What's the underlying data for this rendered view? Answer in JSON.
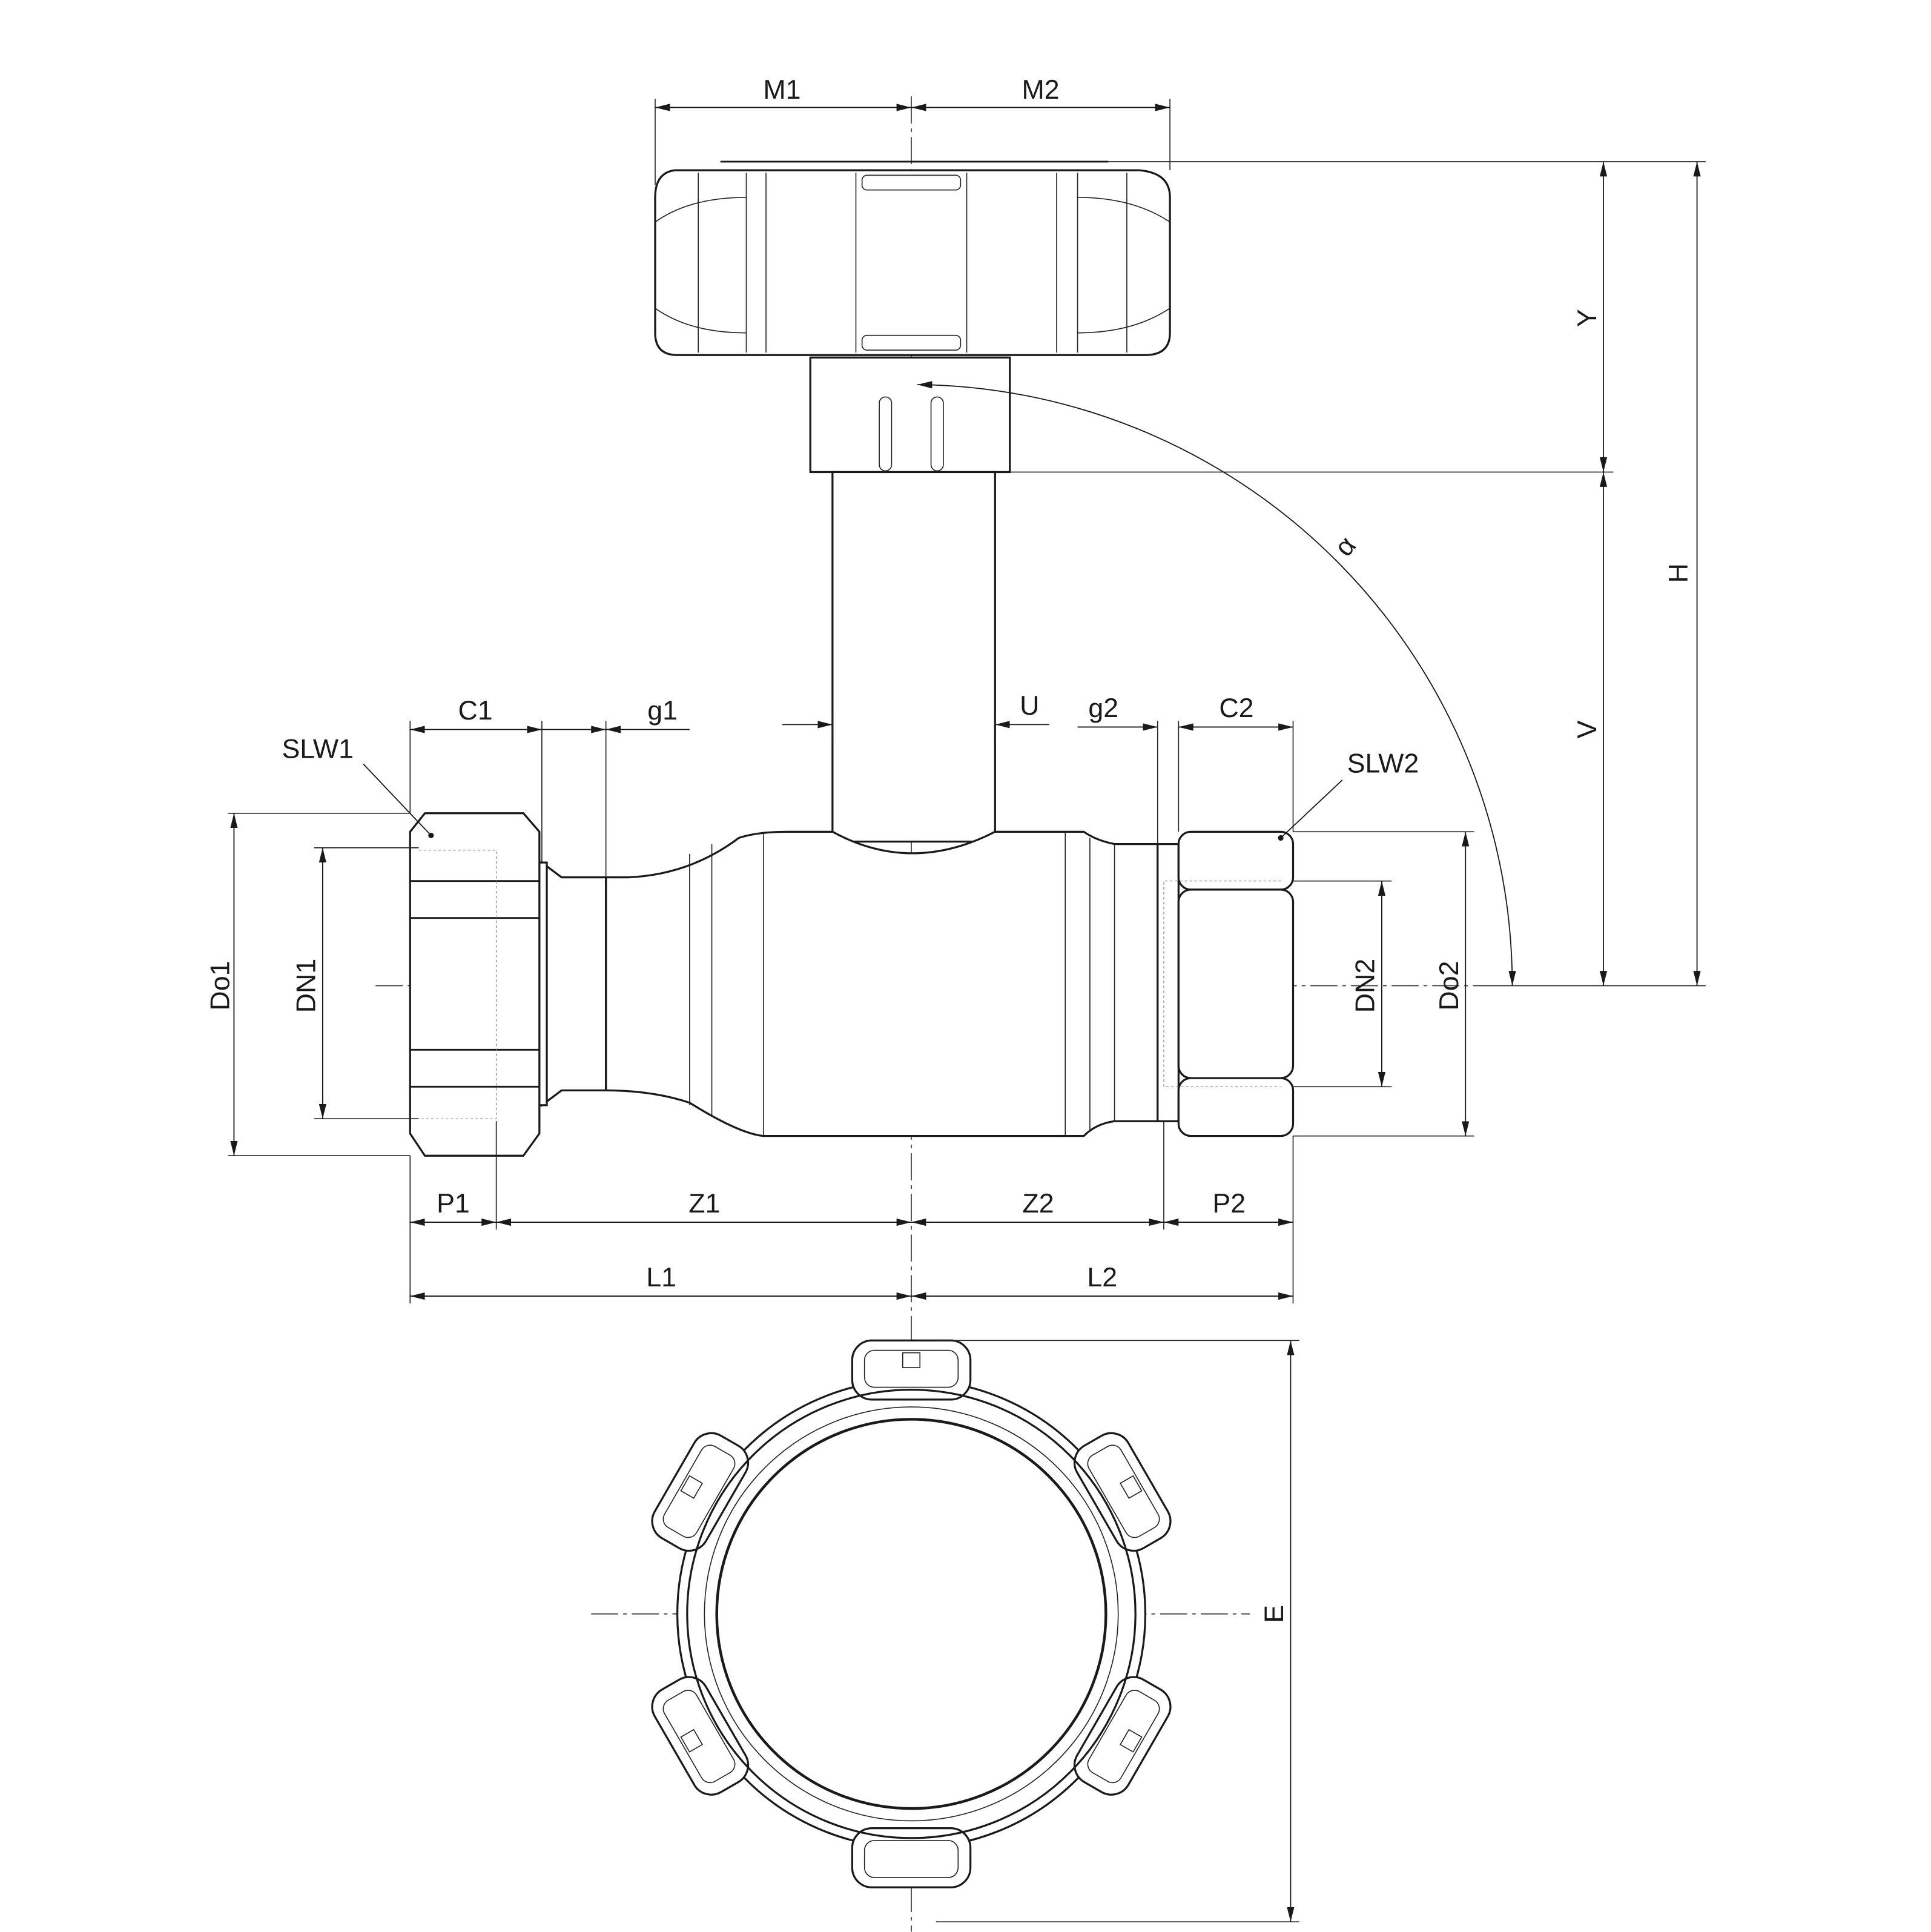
{
  "drawing": {
    "dimensions": {
      "m1": "M1",
      "m2": "M2",
      "y": "Y",
      "h": "H",
      "v": "V",
      "alpha": "α",
      "u": "U",
      "g1": "g1",
      "g2": "g2",
      "c1": "C1",
      "c2": "C2",
      "slw1": "SLW1",
      "slw2": "SLW2",
      "do1": "Do1",
      "dn1": "DN1",
      "dn2": "DN2",
      "do2": "Do2",
      "p1": "P1",
      "z1": "Z1",
      "z2": "Z2",
      "p2": "P2",
      "l1": "L1",
      "l2": "L2",
      "e": "E"
    }
  }
}
